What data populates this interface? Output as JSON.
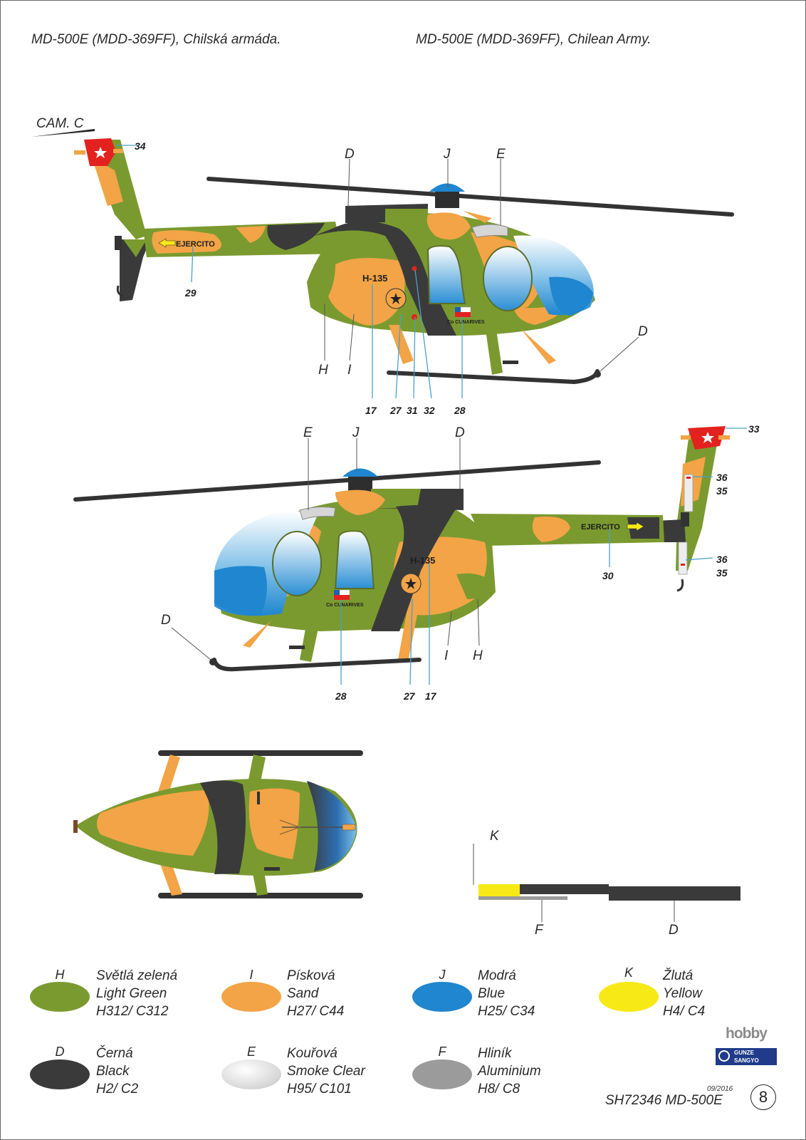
{
  "titles": {
    "cz": "MD-500E (MDD-369FF), Chilská armáda.",
    "en": "MD-500E (MDD-369FF), Chilean Army."
  },
  "camouflage_label": "CAM. C",
  "markings": {
    "serial": "H-135",
    "unit": "Co CUNARIVES",
    "boom_text": "EJERCITO"
  },
  "side_view_upper": {
    "callouts": [
      "17",
      "27",
      "31",
      "32",
      "28",
      "29",
      "34"
    ],
    "color_letters": [
      "D",
      "J",
      "E",
      "H",
      "I",
      "D"
    ]
  },
  "side_view_lower": {
    "callouts": [
      "28",
      "27",
      "17",
      "30",
      "33",
      "36",
      "35",
      "36",
      "35"
    ],
    "color_letters": [
      "E",
      "J",
      "D",
      "D",
      "I",
      "H"
    ]
  },
  "strip_letters": [
    "K",
    "F",
    "D"
  ],
  "colors": {
    "light_green": "#7a9a2f",
    "sand": "#f2a446",
    "blue": "#1f86cf",
    "yellow": "#f7e915",
    "black": "#3a3a3a",
    "smoke": "#d6d6d6",
    "aluminium": "#9b9b9b",
    "red": "#e3221f"
  },
  "legend": [
    {
      "letter": "H",
      "cz": "Světlá zelená",
      "en": "Light Green",
      "code": "H312/ C312",
      "color": "#7a9a2f"
    },
    {
      "letter": "I",
      "cz": "Písková",
      "en": "Sand",
      "code": "H27/ C44",
      "color": "#f2a446"
    },
    {
      "letter": "J",
      "cz": "Modrá",
      "en": "Blue",
      "code": "H25/ C34",
      "color": "#1f86cf"
    },
    {
      "letter": "K",
      "cz": "Žlutá",
      "en": "Yellow",
      "code": "H4/ C4",
      "color": "#f7e915"
    },
    {
      "letter": "D",
      "cz": "Černá",
      "en": "Black",
      "code": "H2/ C2",
      "color": "#3a3a3a"
    },
    {
      "letter": "E",
      "cz": "Kouřová",
      "en": "Smoke Clear",
      "code": "H95/ C101",
      "color": "#d6d6d6"
    },
    {
      "letter": "F",
      "cz": "Hliník",
      "en": "Aluminium",
      "code": "H8/ C8",
      "color": "#9b9b9b"
    }
  ],
  "footer": {
    "date": "09/2016",
    "code": "SH72346 MD-500E",
    "page": "8",
    "brand_hobby": "hobby",
    "brand_gunze_1": "GUNZE",
    "brand_gunze_2": "SANGYO"
  }
}
